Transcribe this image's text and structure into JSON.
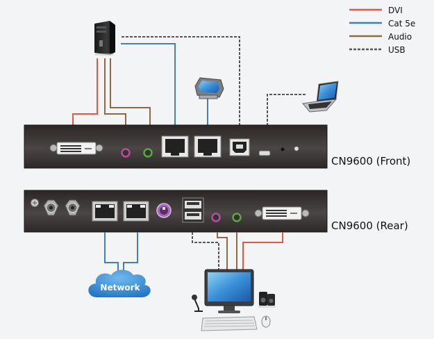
{
  "legend": {
    "items": [
      {
        "label": "DVI",
        "color": "#e25a45",
        "style": "solid"
      },
      {
        "label": "Cat 5e",
        "color": "#3f7fc0",
        "style": "solid"
      },
      {
        "label": "Audio",
        "color": "#8b6a45",
        "style": "solid"
      },
      {
        "label": "USB",
        "color": "#555555",
        "style": "dashed"
      }
    ]
  },
  "devices": {
    "front_unit_label": "CN9600 (Front)",
    "rear_unit_label": "CN9600 (Rear)",
    "network_label": "Network"
  },
  "colors": {
    "background": "#f2f4f5",
    "unit_body": "#2e2b2a",
    "dvi": "#e25a45",
    "cat5e": "#3f7fc0",
    "audio": "#8b6a45",
    "usb": "#555555",
    "cloud": "#2f86d0",
    "audio_pink": "#c04a9a",
    "audio_green": "#5aa83a",
    "ps2_purple": "#a56bb8"
  }
}
